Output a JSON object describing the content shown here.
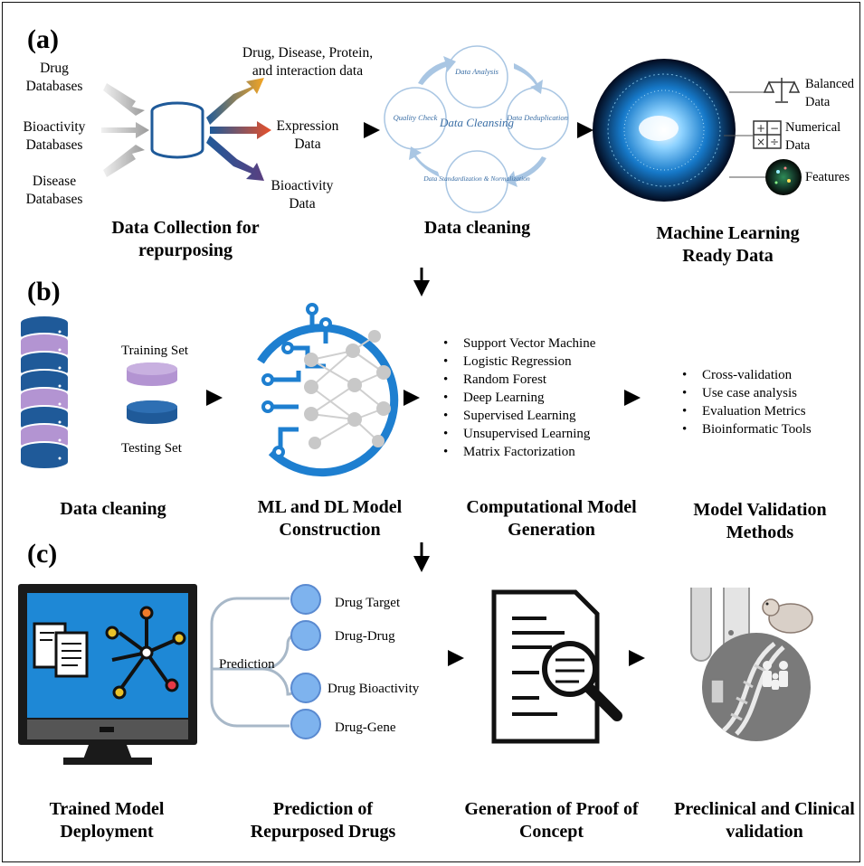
{
  "panels": {
    "a": {
      "label": "(a)",
      "sources": [
        "Drug Databases",
        "Bioactivity Databases",
        "Disease Databases"
      ],
      "outputs": [
        "Drug, Disease, Protein, and interaction data",
        "Expression Data",
        "Bioactivity Data"
      ],
      "caption_collection": "Data Collection for repurposing",
      "cycle": {
        "center": "Data Cleansing",
        "steps": [
          "Data Analysis",
          "Data Deduplication",
          "Data Standardization & Normalization",
          "Quality Check"
        ]
      },
      "caption_cleaning": "Data cleaning",
      "ml_items": [
        "Balanced Data",
        "Numerical Data",
        "Features"
      ],
      "caption_ml": "Machine Learning Ready Data"
    },
    "b": {
      "label": "(b)",
      "training": "Training Set",
      "testing": "Testing Set",
      "caption_cleaning": "Data cleaning",
      "caption_construction": "ML and DL Model Construction",
      "models": [
        "Support Vector Machine",
        "Logistic Regression",
        "Random Forest",
        "Deep Learning",
        "Supervised Learning",
        "Unsupervised Learning",
        "Matrix Factorization"
      ],
      "caption_generation": "Computational Model Generation",
      "validation": [
        "Cross-validation",
        "Use case analysis",
        "Evaluation Metrics",
        "Bioinformatic Tools"
      ],
      "caption_validation": "Model Validation Methods"
    },
    "c": {
      "label": "(c)",
      "prediction": "Prediction",
      "targets": [
        "Drug Target",
        "Drug-Drug",
        "Drug Bioactivity",
        "Drug-Gene"
      ],
      "captions": [
        "Trained Model Deployment",
        "Prediction of Repurposed Drugs",
        "Generation of Proof of Concept",
        "Preclinical and Clinical validation"
      ]
    }
  },
  "colors": {
    "blue": "#1f5a99",
    "lightblue": "#2f86d0",
    "purple": "#b394d2",
    "screen": "#1e88d6",
    "node": "#7eb3ee"
  }
}
